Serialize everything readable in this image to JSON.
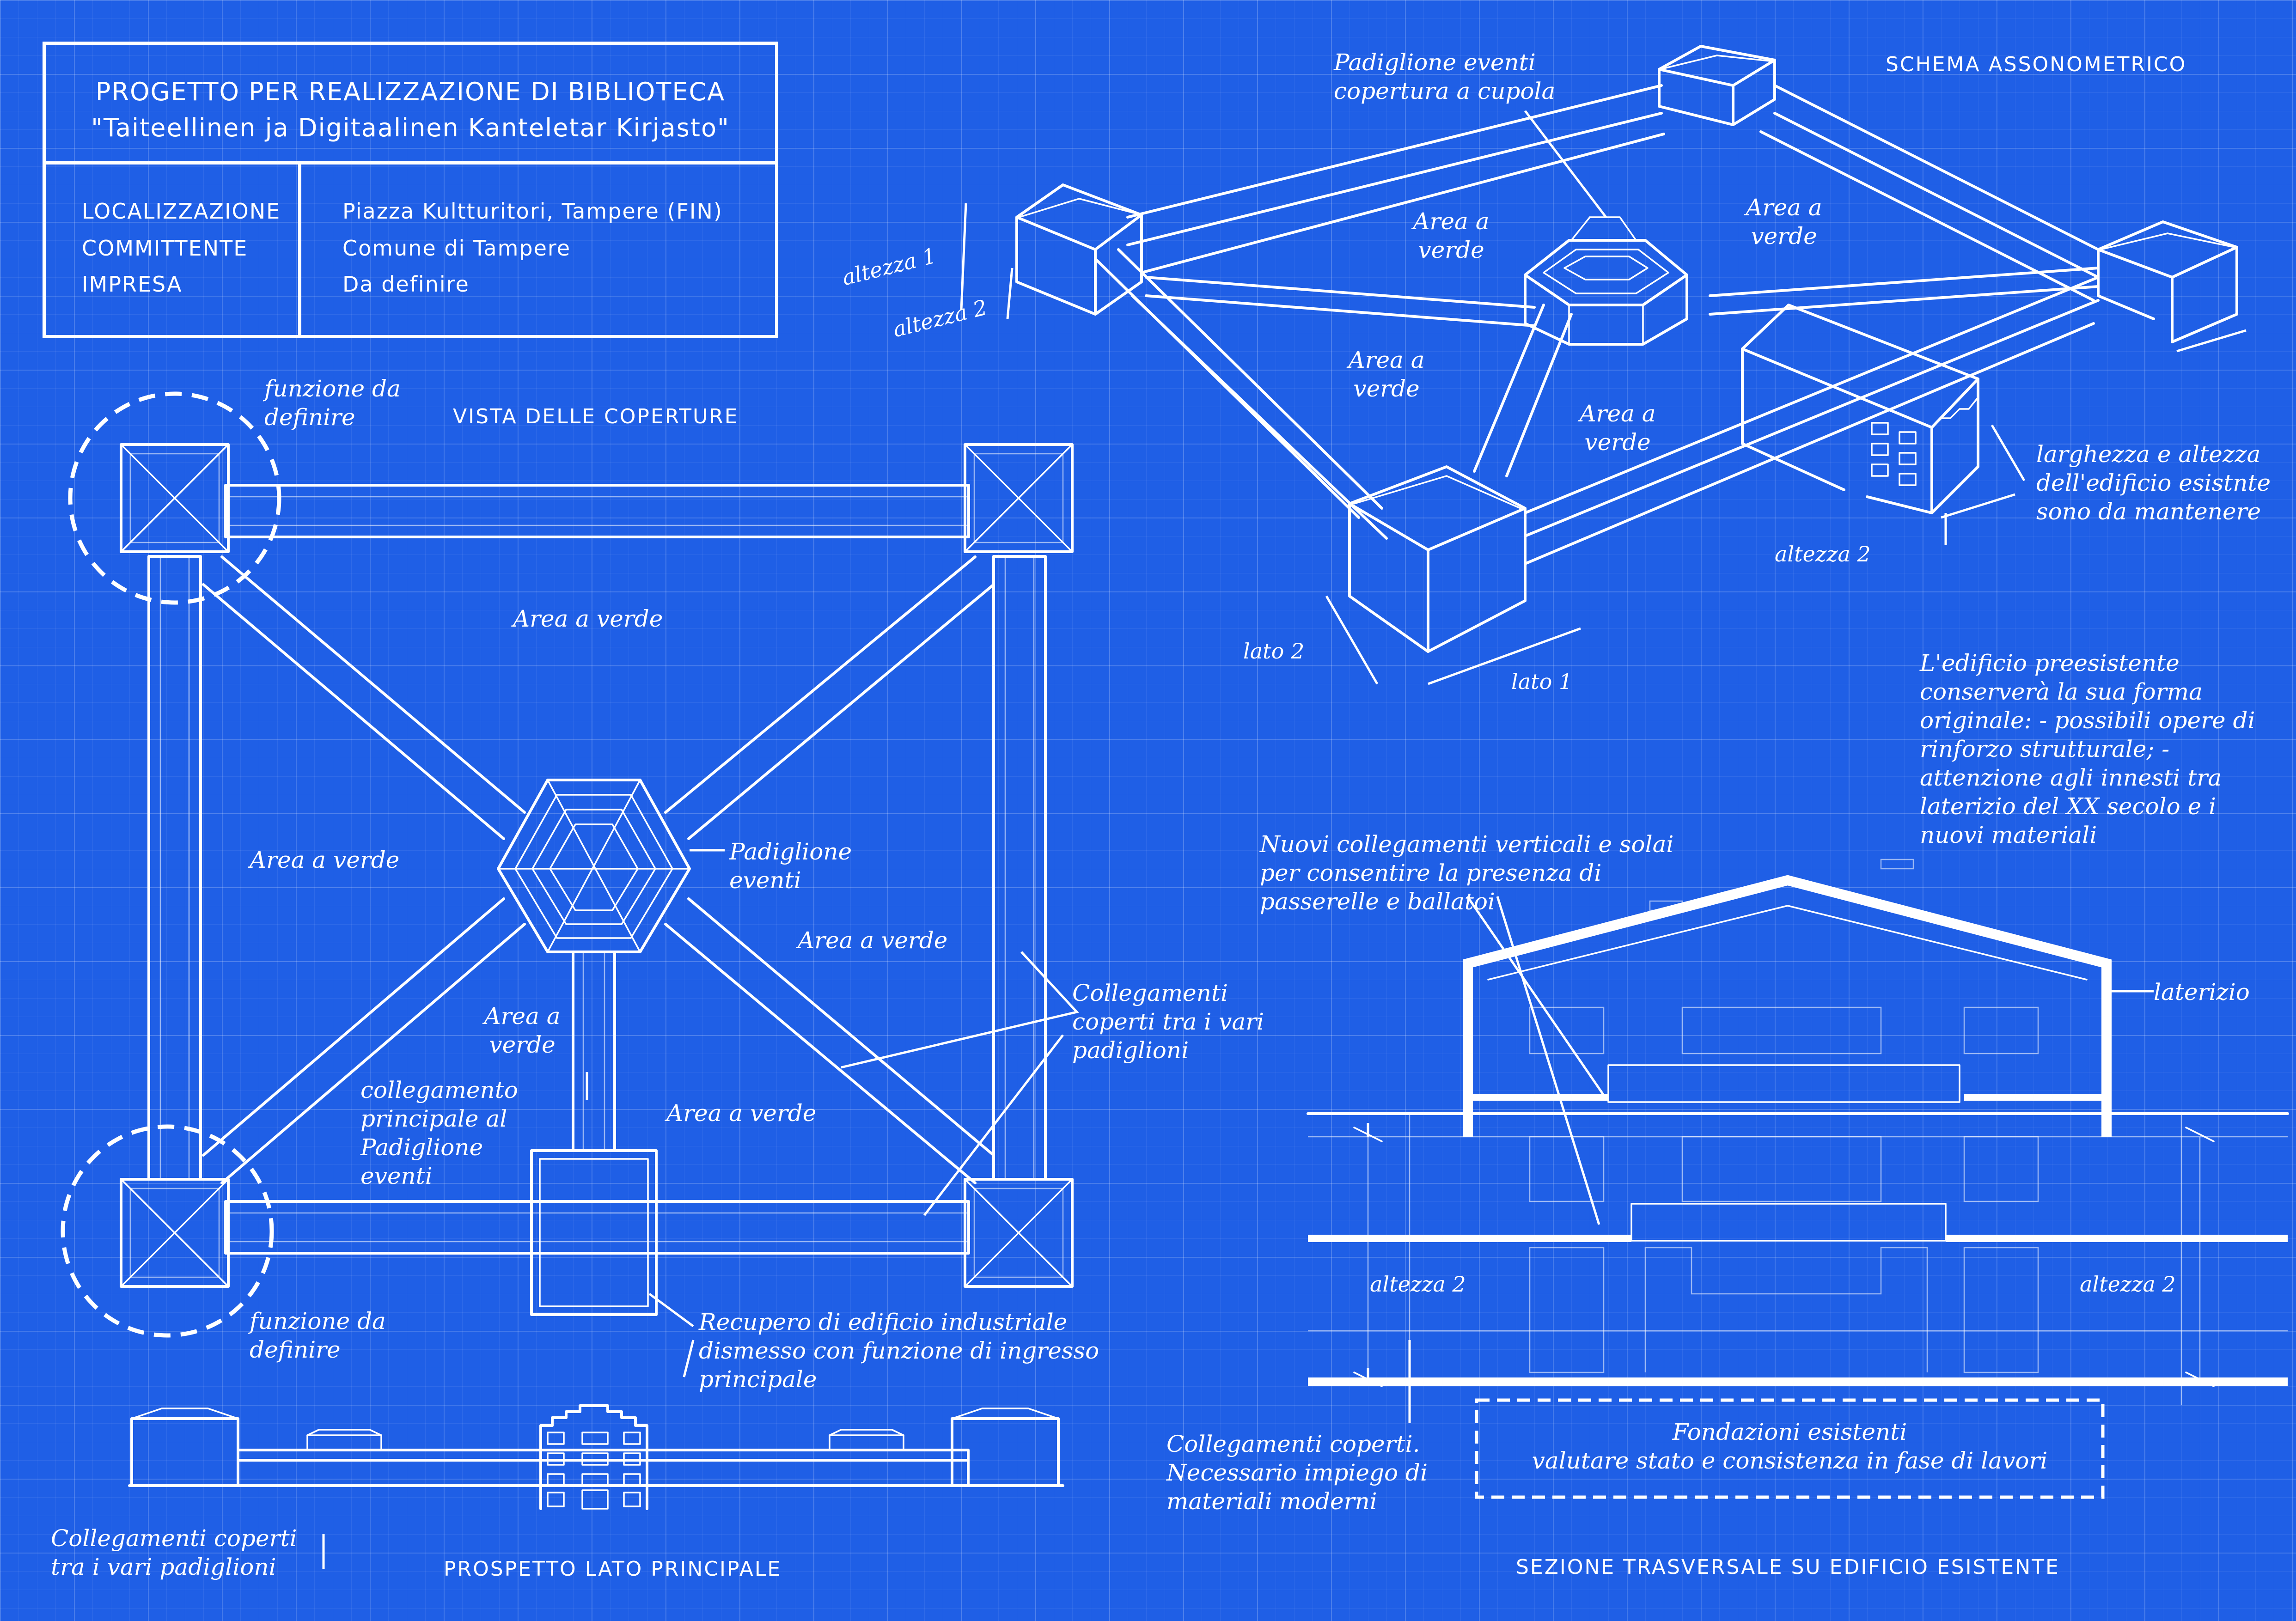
{
  "title_block": {
    "line1": "PROGETTO PER REALIZZAZIONE DI BIBLIOTECA",
    "line2": "\"Taiteellinen ja Digitaalinen Kanteletar Kirjasto\"",
    "rows": [
      {
        "label": "LOCALIZZAZIONE",
        "value": "Piazza Kultturitori, Tampere (FIN)"
      },
      {
        "label": "COMMITTENTE",
        "value": "Comune di Tampere"
      },
      {
        "label": "IMPRESA",
        "value": "Da definire"
      }
    ]
  },
  "views": {
    "roof": "VISTA DELLE COPERTURE",
    "axon": "SCHEMA ASSONOMETRICO",
    "elevation": "PROSPETTO LATO PRINCIPALE",
    "section": "SEZIONE TRASVERSALE SU EDIFICIO ESISTENTE"
  },
  "roof_plan_notes": {
    "func_top": "funzione da definire",
    "func_bottom": "funzione da definire",
    "green_top": "Area a verde",
    "green_left": "Area a verde",
    "green_right": "Area a verde",
    "green_center": "Area a verde",
    "green_bottom": "Area a verde",
    "pavilion": "Padiglione eventi",
    "main_link": "collegamento principale al Padiglione eventi",
    "covered_links": "Collegamenti coperti tra i vari padiglioni",
    "recovery": "Recupero di edificio industriale dismesso con funzione di ingresso principale"
  },
  "elevation_notes": {
    "links": "Collegamenti coperti tra i vari padiglioni"
  },
  "axon_notes": {
    "pavilion_dome": "Padiglione eventi copertura a cupola",
    "height1": "altezza 1",
    "height2": "altezza 2",
    "height2_right": "altezza 2",
    "side1": "lato 1",
    "side2": "lato 2",
    "green_a": "Area a verde",
    "green_b": "Area a verde",
    "green_c": "Area a verde",
    "green_d": "Area a verde",
    "existing_dims": "larghezza e altezza dell'edificio esistnte sono da mantenere",
    "preservation": "L'edificio preesistente conserverà la sua forma originale: - possibili opere di rinforzo strutturale; - attenzione agli innesti tra laterizio del XX secolo e i nuovi materiali"
  },
  "section_notes": {
    "new_links": "Nuovi collegamenti verticali e solai per consentire la presenza di passerelle e ballatoi",
    "brick": "laterizio",
    "height_left": "altezza 2",
    "height_right": "altezza 2",
    "covered_links": "Collegamenti coperti. Necessario impiego di materiali moderni",
    "foundations_1": "Fondazioni esistenti",
    "foundations_2": "valutare stato e consistenza in fase di lavori"
  }
}
